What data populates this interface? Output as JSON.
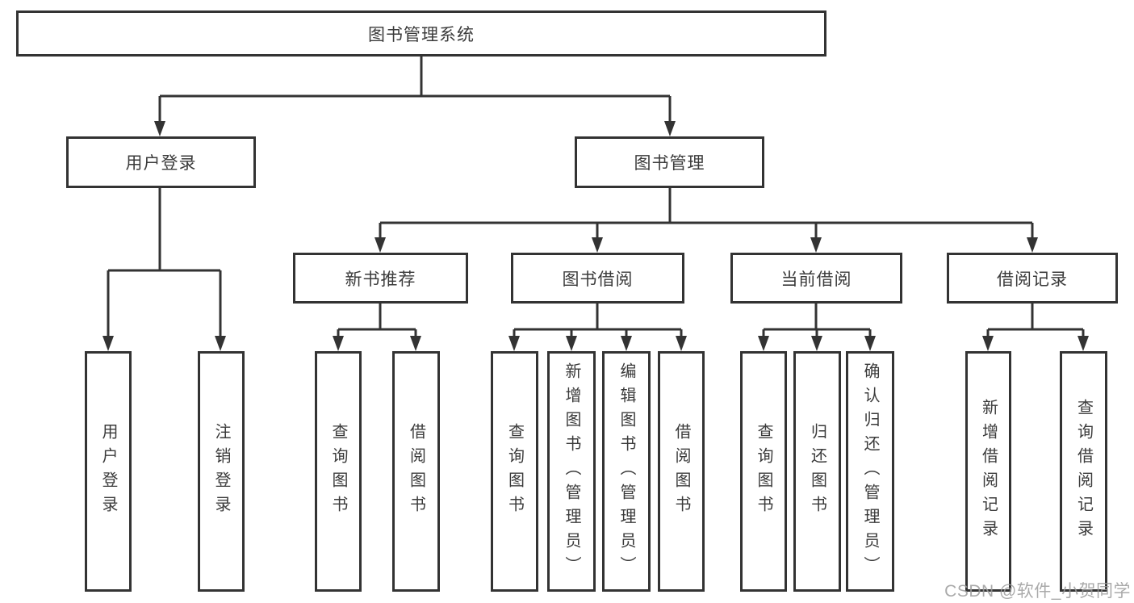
{
  "diagram": {
    "root": {
      "label": "图书管理系统"
    },
    "children": [
      {
        "label": "用户登录",
        "children": [
          {
            "label": "用户登录"
          },
          {
            "label": "注销登录"
          }
        ]
      },
      {
        "label": "图书管理",
        "children": [
          {
            "label": "新书推荐",
            "children": [
              {
                "label": "查询图书"
              },
              {
                "label": "借阅图书"
              }
            ]
          },
          {
            "label": "图书借阅",
            "children": [
              {
                "label": "查询图书"
              },
              {
                "label": "新增图书（管理员）"
              },
              {
                "label": "编辑图书（管理员）"
              },
              {
                "label": "借阅图书"
              }
            ]
          },
          {
            "label": "当前借阅",
            "children": [
              {
                "label": "查询图书"
              },
              {
                "label": "归还图书"
              },
              {
                "label": "确认归还（管理员）"
              }
            ]
          },
          {
            "label": "借阅记录",
            "children": [
              {
                "label": "新增借阅记录"
              },
              {
                "label": "查询借阅记录"
              }
            ]
          }
        ]
      }
    ]
  },
  "watermark": {
    "text": "CSDN @软件_小贺同学"
  },
  "colors": {
    "line": "#333333",
    "box_border": "#333333",
    "box_background": "#ffffff",
    "text": "#3b3b3b",
    "watermark": "#9c9c9c",
    "page_background": "#ffffff"
  }
}
